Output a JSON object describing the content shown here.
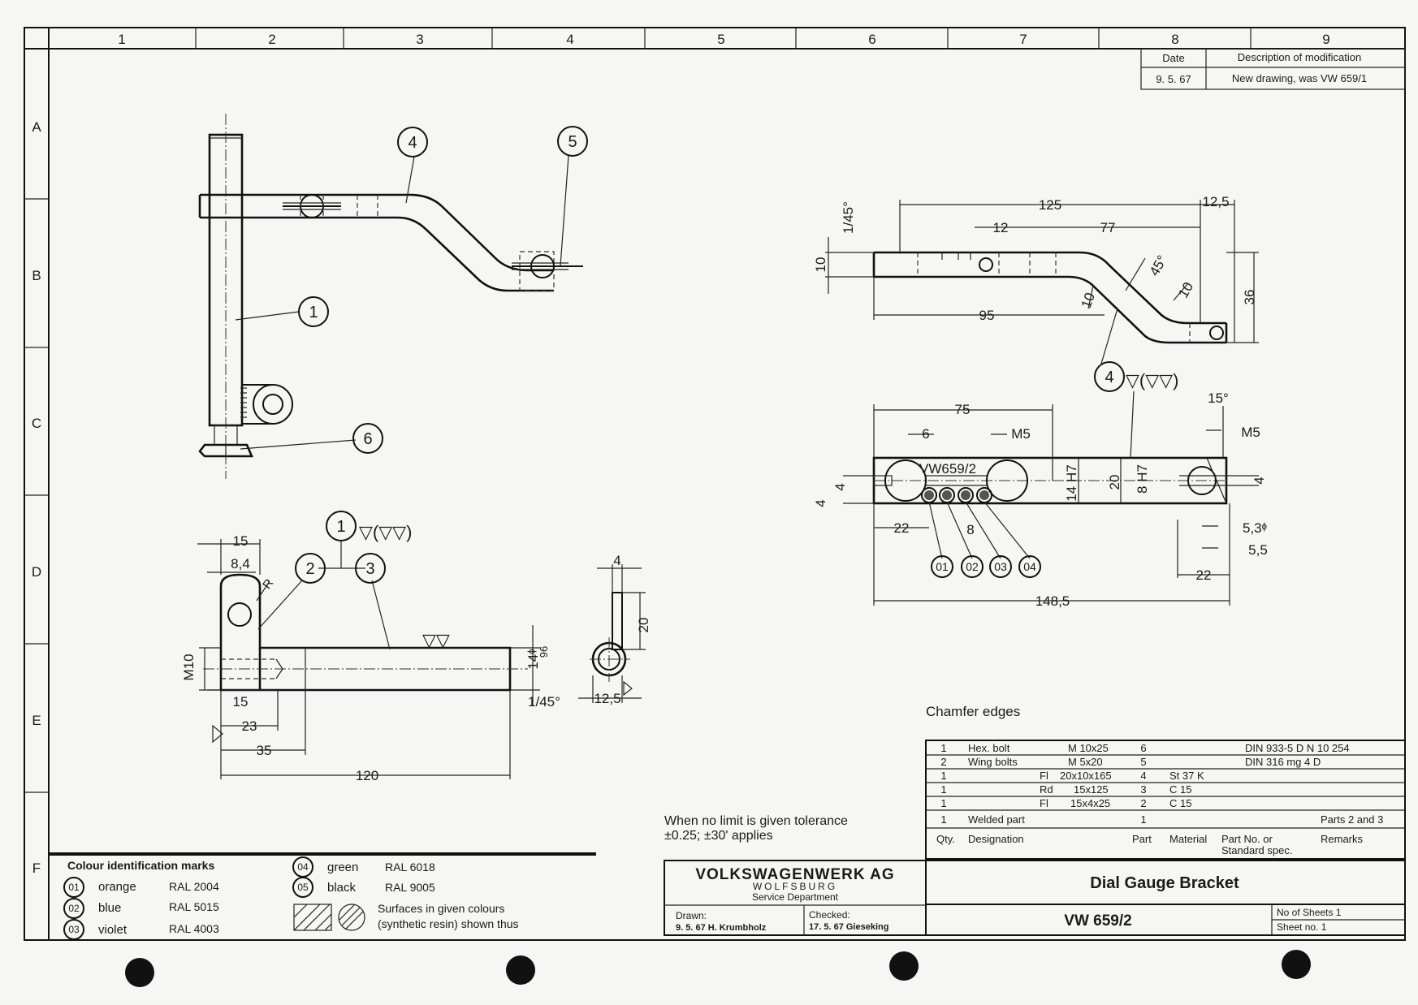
{
  "grid": {
    "columns": [
      "1",
      "2",
      "3",
      "4",
      "5",
      "6",
      "7",
      "8",
      "9"
    ],
    "rows": [
      "A",
      "B",
      "C",
      "D",
      "E",
      "F"
    ]
  },
  "revision": {
    "header_date": "Date",
    "header_desc": "Description of modification",
    "date": "9. 5. 67",
    "desc": "New drawing, was VW 659/1"
  },
  "balloons": {
    "b1": "1",
    "b2": "2",
    "b3": "3",
    "b4": "4",
    "b5": "5",
    "b6": "6",
    "b1_lower": "1",
    "b4_right": "4",
    "c01": "01",
    "c02": "02",
    "c03": "03",
    "c04": "04"
  },
  "surface": {
    "s1": "▽(▽▽)",
    "s4": "▽(▽▽)",
    "finish": "▽▽"
  },
  "dims": {
    "top_125": "125",
    "top_12_5": "12,5",
    "top_12": "12",
    "top_77": "77",
    "top_1_45": "1/45°",
    "top_10": "10",
    "top_95": "95",
    "top_10b": "10",
    "top_45": "45°",
    "top_10c": "10",
    "top_36": "36",
    "mid_75": "75",
    "mid_6": "6",
    "mid_m5": "M5",
    "mid_vw": "VW659/2",
    "mid_4": "4",
    "mid_4b": "4",
    "mid_14h7": "14 H7",
    "mid_20": "20",
    "mid_8h7": "8 H7",
    "mid_22": "22",
    "mid_8": "8",
    "mid_15deg": "15°",
    "mid_m5b": "M5",
    "mid_4c": "4",
    "mid_53": "5,3ᶲ",
    "mid_55": "5,5",
    "mid_22b": "22",
    "mid_148": "148,5",
    "low_15": "15",
    "low_84": "8,4",
    "low_r": "R",
    "low_m10": "M10",
    "low_15b": "15",
    "low_23": "23",
    "low_35": "35",
    "low_120": "120",
    "low_14": "14ᶲ",
    "low_96": "96",
    "low_145": "1/45°",
    "side_4": "4",
    "side_20": "20",
    "side_125": "12,5"
  },
  "notes": {
    "chamfer": "Chamfer edges",
    "tolerance_1": "When no limit is given tolerance",
    "tolerance_2": "±0.25; ±30' applies"
  },
  "colour_marks": {
    "title": "Colour identification marks",
    "items": [
      {
        "code": "01",
        "name": "orange",
        "ral": "RAL 2004"
      },
      {
        "code": "02",
        "name": "blue",
        "ral": "RAL 5015"
      },
      {
        "code": "03",
        "name": "violet",
        "ral": "RAL 4003"
      },
      {
        "code": "04",
        "name": "green",
        "ral": "RAL 6018"
      },
      {
        "code": "05",
        "name": "black",
        "ral": "RAL 9005"
      }
    ],
    "surfaces_1": "Surfaces in given colours",
    "surfaces_2": "(synthetic resin) shown thus"
  },
  "parts_list": {
    "rows": [
      {
        "qty": "1",
        "designation": "Hex. bolt",
        "size_a": "",
        "size_b": "M 10x25",
        "part": "6",
        "material": "",
        "partno": "DIN 933-5 D  N 10 254",
        "remarks": ""
      },
      {
        "qty": "2",
        "designation": "Wing bolts",
        "size_a": "",
        "size_b": "M 5x20",
        "part": "5",
        "material": "",
        "partno": "DIN 316 mg 4 D",
        "remarks": ""
      },
      {
        "qty": "1",
        "designation": "",
        "size_a": "Fl",
        "size_b": "20x10x165",
        "part": "4",
        "material": "St 37 K",
        "partno": "",
        "remarks": ""
      },
      {
        "qty": "1",
        "designation": "",
        "size_a": "Rd",
        "size_b": "15x125",
        "part": "3",
        "material": "C 15",
        "partno": "",
        "remarks": ""
      },
      {
        "qty": "1",
        "designation": "",
        "size_a": "Fl",
        "size_b": "15x4x25",
        "part": "2",
        "material": "C 15",
        "partno": "",
        "remarks": ""
      },
      {
        "qty": "1",
        "designation": "Welded part",
        "size_a": "",
        "size_b": "",
        "part": "1",
        "material": "",
        "partno": "",
        "remarks": "Parts 2 and 3"
      }
    ],
    "headers": {
      "qty": "Qty.",
      "designation": "Designation",
      "part": "Part",
      "material": "Material",
      "partno_1": "Part No. or",
      "partno_2": "Standard spec.",
      "remarks": "Remarks"
    }
  },
  "title_block": {
    "company": "VOLKSWAGENWERK AG",
    "city": "WOLFSBURG",
    "dept": "Service Department",
    "drawn_label": "Drawn:",
    "drawn_value": "9. 5. 67 H. Krumbholz",
    "checked_label": "Checked:",
    "checked_value": "17. 5. 67 Gieseking",
    "title": "Dial Gauge Bracket",
    "number": "VW 659/2",
    "sheets": "No of Sheets 1",
    "sheet_no": "Sheet no. 1"
  }
}
